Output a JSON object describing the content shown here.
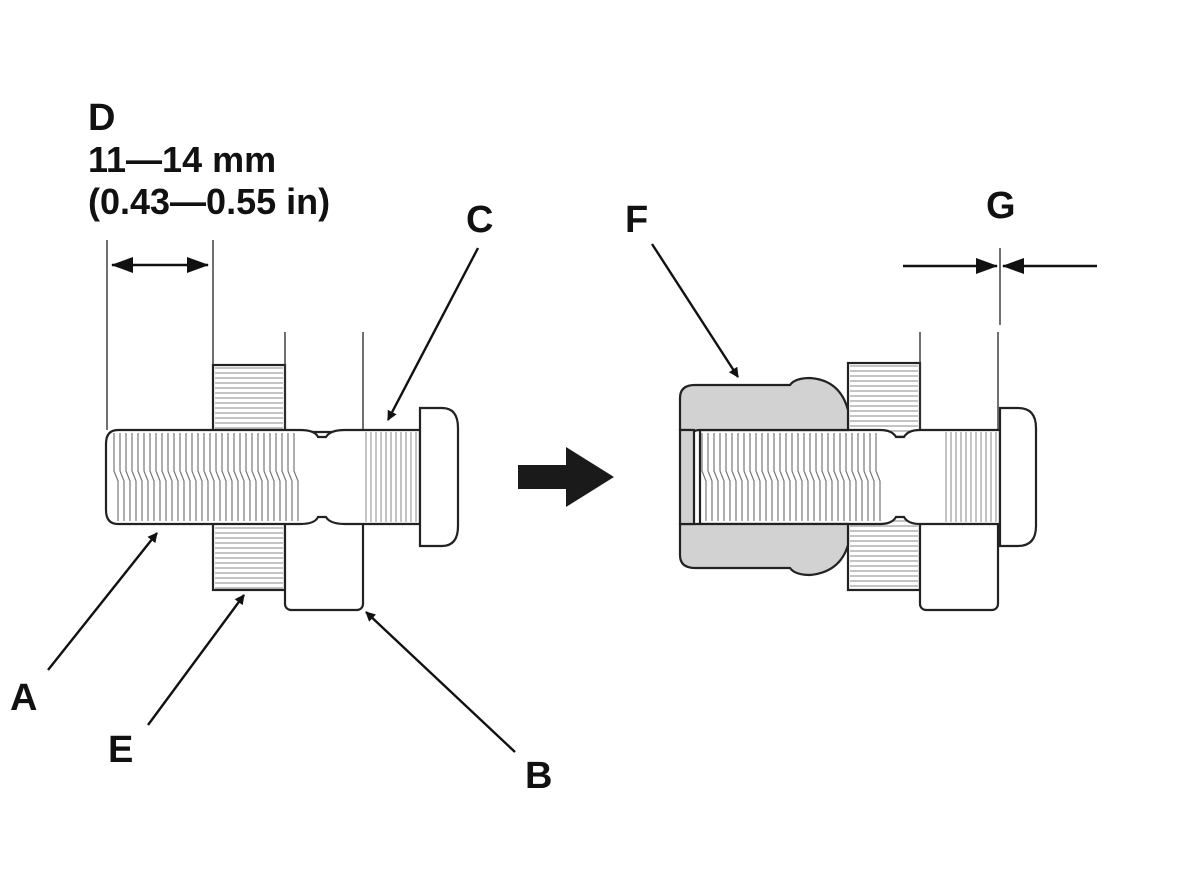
{
  "labels": {
    "A": "A",
    "B": "B",
    "C": "C",
    "D": "D",
    "E": "E",
    "F": "F",
    "G": "G"
  },
  "measurement": {
    "mm": "11—14 mm",
    "inch": "(0.43—0.55 in)"
  },
  "colors": {
    "nut_fill": "#d2d2d2",
    "line": "#111111"
  },
  "icons": {
    "direction_arrow": "right-arrow-icon"
  }
}
